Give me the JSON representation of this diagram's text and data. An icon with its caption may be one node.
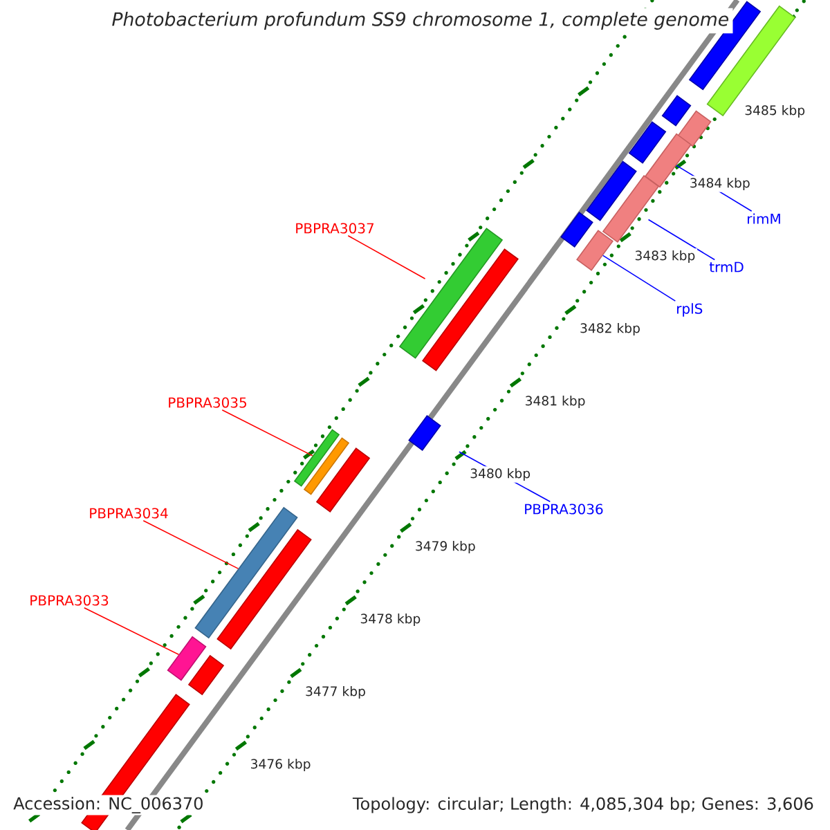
{
  "diagram": {
    "title": "Photobacterium profundum SS9 chromosome 1, complete genome",
    "nodes": [
      {
        "text": [],
        "shape": "bar"
      },
      {
        "text": [],
        "shape": "bar"
      },
      {
        "text": [],
        "shape": "bar"
      },
      {
        "text": [],
        "shape": "bar"
      },
      {
        "text": [],
        "shape": "bar"
      },
      {
        "text": [],
        "shape": "bar"
      },
      {
        "text": [],
        "shape": "bar"
      },
      {
        "text": [],
        "shape": "bar"
      },
      {
        "text": [
          "rimM"
        ]
      },
      {
        "text": [],
        "shape": "bar"
      },
      {
        "text": [],
        "shape": "bar"
      },
      {
        "text": [
          "PBPRA3037"
        ]
      },
      {
        "text": [
          "trmD"
        ]
      },
      {
        "text": [],
        "shape": "bar"
      },
      {
        "text": [],
        "shape": "bar"
      },
      {
        "text": [
          "rplS"
        ]
      },
      {
        "text": [
          "PBPRA3035"
        ]
      },
      {
        "text": [],
        "shape": "bar"
      },
      {
        "text": [],
        "shape": "bar"
      },
      {
        "text": [],
        "shape": "bar"
      },
      {
        "text": [],
        "shape": "bar"
      },
      {
        "text": [
          "PBPRA3036"
        ]
      },
      {
        "text": [
          "PBPRA3034"
        ]
      },
      {
        "text": [],
        "shape": "bar"
      },
      {
        "text": [],
        "shape": "bar"
      },
      {
        "text": [
          "PBPRA3033"
        ]
      },
      {
        "text": [],
        "shape": "bar"
      },
      {
        "text": [],
        "shape": "bar"
      },
      {
        "text": [],
        "shape": "bar"
      }
    ],
    "edges": [
      {
        "from": 11,
        "to": 13,
        "arrow": "none",
        "color": "#ff0000"
      },
      {
        "from": 16,
        "to": 18,
        "arrow": "none",
        "color": "#ff0000"
      },
      {
        "from": 22,
        "to": 23,
        "arrow": "none",
        "color": "#ff0000"
      },
      {
        "from": 25,
        "to": 26,
        "arrow": "none",
        "color": "#ff0000"
      },
      {
        "from": 21,
        "to": 17,
        "arrow": "none",
        "color": "#0000ff"
      },
      {
        "from": 15,
        "to": 10,
        "arrow": "none",
        "color": "#0000ff"
      },
      {
        "from": 12,
        "to": 7,
        "arrow": "none",
        "color": "#0000ff"
      },
      {
        "from": 8,
        "to": 5,
        "arrow": "none",
        "color": "#0000ff"
      }
    ],
    "labels": [
      "3485 kbp",
      "3484 kbp",
      "3483 kbp",
      "3482 kbp",
      "3481 kbp",
      "3480 kbp",
      "3479 kbp",
      "3478 kbp",
      "3477 kbp",
      "3476 kbp",
      "Accession: NC_006370",
      "Topology: circular; Length: 4,085,304 bp; Genes: 3,606"
    ]
  }
}
